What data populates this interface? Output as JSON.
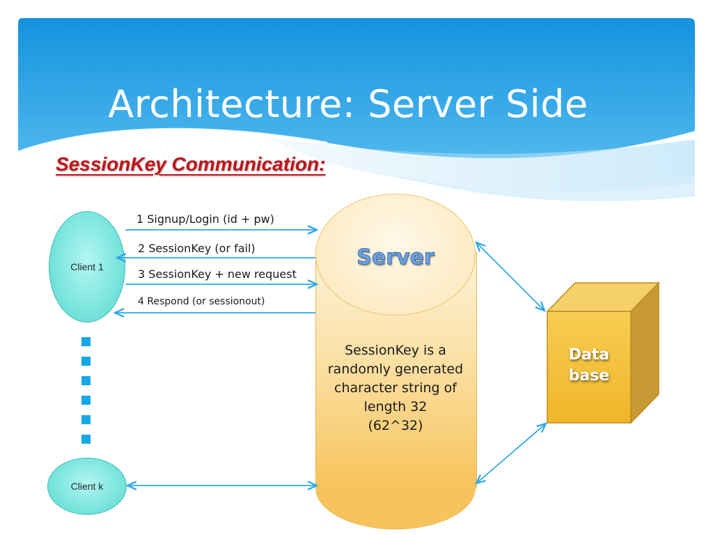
{
  "slide": {
    "title": "Architecture: Server Side",
    "subtitle": "SessionKey Communication:"
  },
  "clients": {
    "first": "Client 1",
    "last": "Client k"
  },
  "messages": [
    "1 Signup/Login (id + pw)",
    "2 SessionKey (or fail)",
    "3 SessionKey + new request",
    "4 Respond (or sessionout)"
  ],
  "server": {
    "label": "Server",
    "description_lines": [
      "SessionKey is a",
      "randomly generated",
      "character string of",
      "length 32",
      "(62^32)"
    ]
  },
  "database": {
    "label_lines": [
      "Data",
      "base"
    ]
  },
  "colors": {
    "banner_blue": "#1a9be3",
    "client_fill": "#7ee6df",
    "server_fill": "#f7c35c",
    "database_fill": "#f3c03a",
    "arrow_color": "#2ea8e6",
    "subtitle_red": "#c0141b"
  }
}
